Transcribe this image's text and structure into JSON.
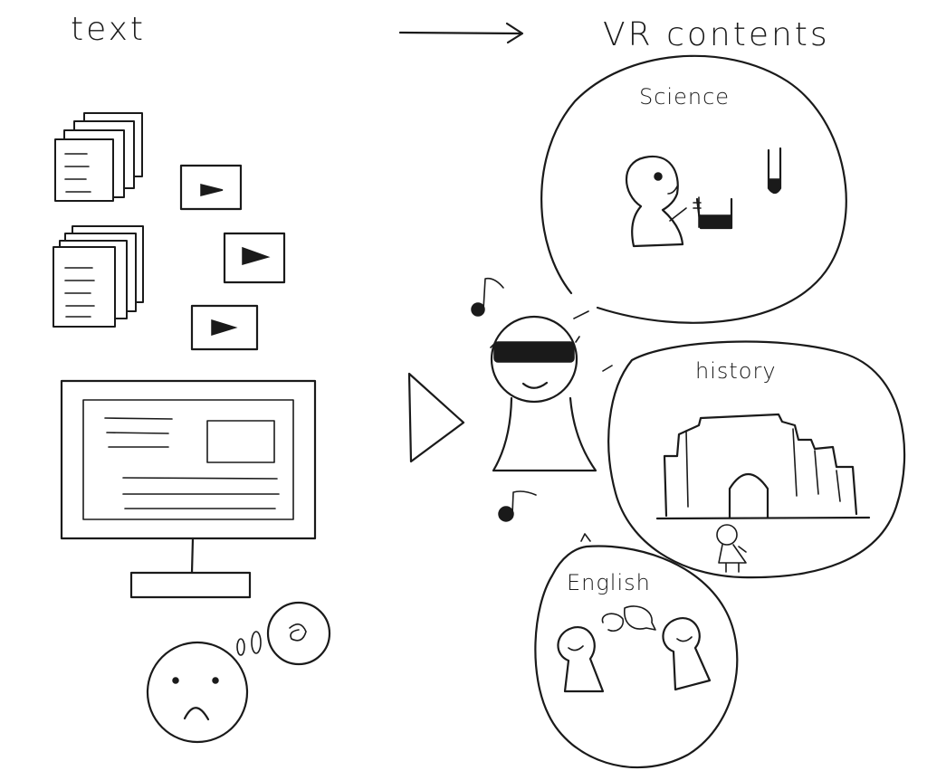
{
  "left_heading": "text",
  "right_heading": "VR contents",
  "bubbles": {
    "science": "Science",
    "history": "history",
    "english": "English"
  },
  "colors": {
    "ink": "#1a1a1a",
    "paper": "#ffffff"
  },
  "icons": [
    "document-stack-icon",
    "video-thumbnail-icon",
    "monitor-icon",
    "sad-face-icon",
    "play-arrow-icon",
    "vr-headset-person-icon",
    "music-note-icon",
    "beaker-icon",
    "test-tube-icon",
    "castle-icon",
    "speech-bubble-icon"
  ]
}
